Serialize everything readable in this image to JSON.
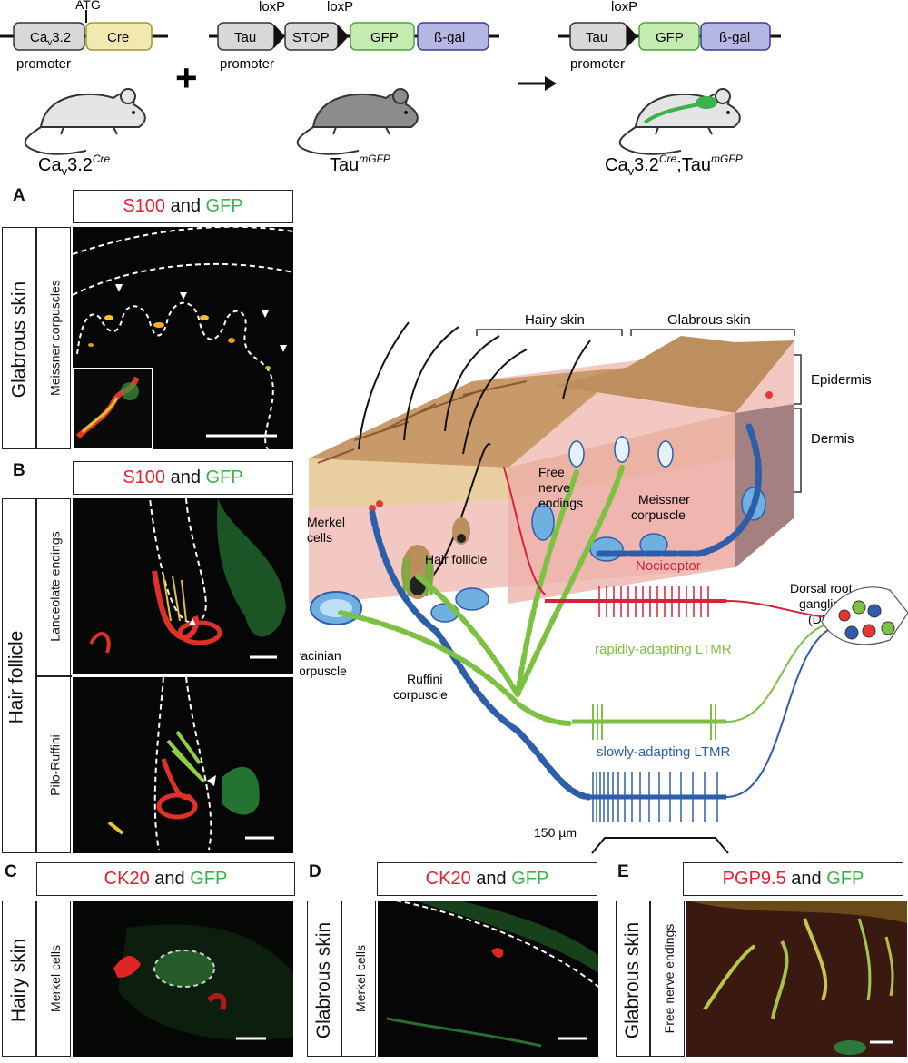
{
  "top": {
    "cav_construct": {
      "atg": "ATG",
      "box1_main": "Ca",
      "box1_sub": "v",
      "box1_rest": "3.2",
      "box2": "Cre",
      "promoter": "promoter"
    },
    "tau_construct": {
      "loxp1": "loxP",
      "loxp2": "loxP",
      "box1": "Tau",
      "box2": "STOP",
      "box3": "GFP",
      "box4": "ß-gal",
      "promoter": "promoter"
    },
    "result_construct": {
      "loxp": "loxP",
      "box1": "Tau",
      "box2": "GFP",
      "box3": "ß-gal",
      "promoter": "promoter"
    },
    "plus": "+",
    "mouse1_label": {
      "a": "Ca",
      "sub": "v",
      "b": "3.2",
      "sup": "Cre"
    },
    "mouse2_label": {
      "a": "Tau",
      "sup": "mGFP"
    },
    "mouse3_label": {
      "a": "Ca",
      "sub": "v",
      "b": "3.2",
      "sup1": "Cre",
      "c": ";Tau",
      "sup2": "mGFP"
    }
  },
  "panels": {
    "A": {
      "letter": "A",
      "title_red": "S100",
      "title_mid": " and ",
      "title_green": "GFP",
      "side": "Glabrous skin",
      "sub": "Meissner corpuscles"
    },
    "B": {
      "letter": "B",
      "title_red": "S100",
      "title_mid": " and ",
      "title_green": "GFP",
      "side": "Hair follicle",
      "sub1": "Lanceolate endings",
      "sub2": "Pilo-Ruffini"
    },
    "C": {
      "letter": "C",
      "title_red": "CK20",
      "title_mid": " and ",
      "title_green": "GFP",
      "side": "Hairy skin",
      "sub": "Merkel cells"
    },
    "D": {
      "letter": "D",
      "title_red": "CK20",
      "title_mid": " and ",
      "title_green": "GFP",
      "side": "Glabrous skin",
      "sub": "Merkel cells"
    },
    "E": {
      "letter": "E",
      "title_red": "PGP9.5",
      "title_mid": " and ",
      "title_green": "GFP",
      "side": "Glabrous skin",
      "sub": "Free nerve endings"
    }
  },
  "diagram": {
    "hairy_skin": "Hairy skin",
    "glabrous_skin": "Glabrous skin",
    "epidermis": "Epidermis",
    "dermis": "Dermis",
    "free_nerve_1": "Free",
    "free_nerve_2": "nerve",
    "free_nerve_3": "endings",
    "meissner_1": "Meissner",
    "meissner_2": "corpuscle",
    "merkel_1": "Merkel",
    "merkel_2": "cells",
    "hair_follicle": "Hair follicle",
    "pacinian_1": "Pacinian",
    "pacinian_2": "corpuscle",
    "ruffini_1": "Ruffini",
    "ruffini_2": "corpuscle",
    "drg_1": "Dorsal root",
    "drg_2": "ganglion",
    "drg_3": "(DRG)",
    "nociceptor": "Nociceptor",
    "ra_ltmr": "rapidly-adapting LTMR",
    "sa_ltmr": "slowly-adapting LTMR",
    "stimulus": "150  µm"
  },
  "colors": {
    "red_stain": "#e8202a",
    "green_stain": "#3bb34a",
    "nociceptor": "#d9213a",
    "ra": "#7cc142",
    "sa": "#2e5daa",
    "skin_top": "#c89a6a",
    "dermis": "#f3c7c2"
  }
}
